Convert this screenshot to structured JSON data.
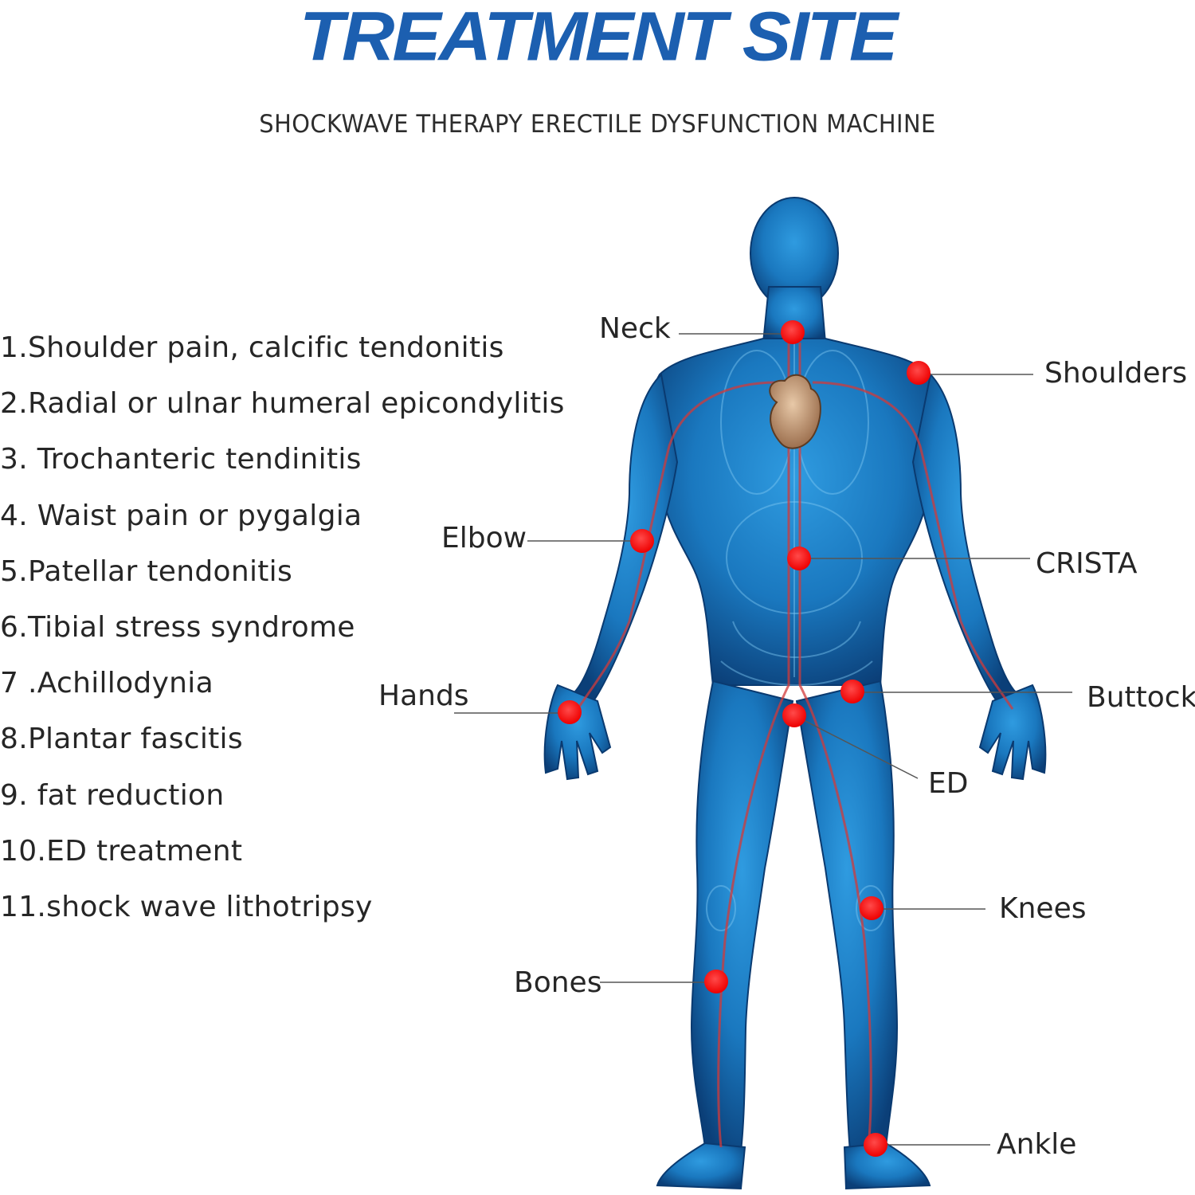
{
  "title": "TREATMENT SITE",
  "subtitle": "SHOCKWAVE THERAPY ERECTILE DYSFUNCTION MACHINE",
  "treatments": [
    "1.Shoulder pain, calcific tendonitis",
    "2.Radial or ulnar humeral epicondylitis",
    "3. Trochanteric tendinitis",
    "4. Waist pain or pygalgia",
    "5.Patellar tendonitis",
    "6.Tibial stress syndrome",
    "7 .Achillodynia",
    "8.Plantar fascitis",
    "9. fat reduction",
    "10.ED treatment",
    "11.shock wave lithotripsy"
  ],
  "sites": {
    "neck": "Neck",
    "shoulders": "Shoulders",
    "elbow": "Elbow",
    "crista": "CRISTA",
    "hands": "Hands",
    "buttock": "Buttock",
    "ed": "ED",
    "knees": "Knees",
    "bones": "Bones",
    "ankle": "Ankle"
  },
  "colors": {
    "title": "#1c5fb0",
    "marker": "#ff1a1a",
    "body": "#1873b8",
    "vessel": "#d23a3a"
  }
}
